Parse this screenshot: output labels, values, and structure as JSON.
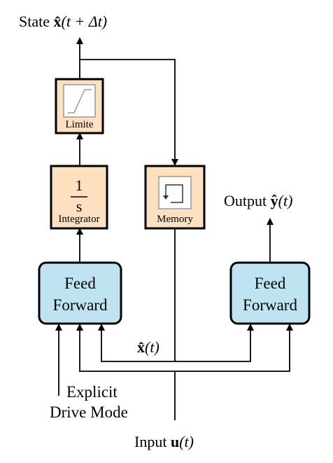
{
  "labels": {
    "state_prefix": "State",
    "state_var": "x̂",
    "state_arg": "(t + Δt)",
    "output_prefix": "Output",
    "output_var": "ŷ",
    "output_arg": "(t)",
    "input_prefix": "Input",
    "input_var": "u",
    "input_arg": "(t)",
    "feedback_var": "x̂",
    "feedback_arg": "(t)",
    "explicit_line1": "Explicit",
    "explicit_line2": "Drive Mode"
  },
  "blocks": {
    "limiter": {
      "label": "Limite"
    },
    "integrator": {
      "numerator": "1",
      "denominator": "s",
      "label": "Integrator"
    },
    "memory": {
      "label": "Memory"
    },
    "ff_left": {
      "line1": "Feed",
      "line2": "Forward"
    },
    "ff_right": {
      "line1": "Feed",
      "line2": "Forward"
    }
  },
  "colors": {
    "orange_block": "#fde0c0",
    "blue_block": "#bfe4f1",
    "stroke": "#000000"
  }
}
